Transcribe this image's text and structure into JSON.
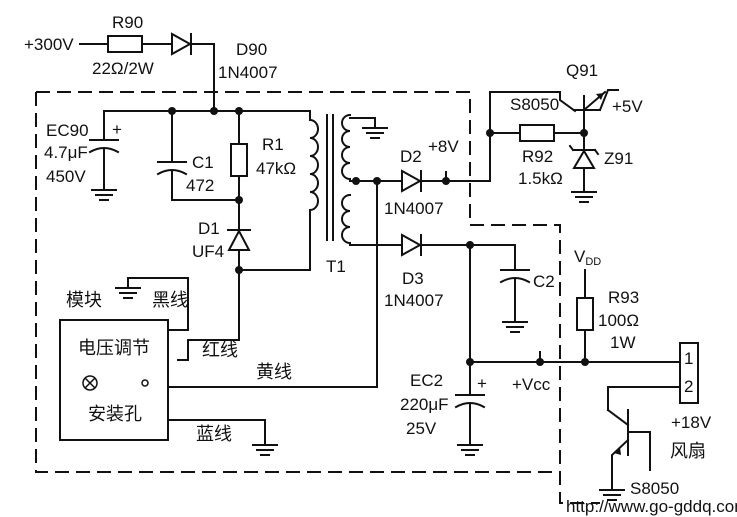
{
  "labels": {
    "v300": "+300V",
    "r90": "R90",
    "r90_val": "22Ω/2W",
    "d90": "D90",
    "d90_part": "1N4007",
    "q91": "Q91",
    "q91_part": "S8050",
    "v5": "+5V",
    "ec90": "EC90",
    "ec90_cap": "4.7μF",
    "ec90_volt": "450V",
    "c1": "C1",
    "c1_val": "472",
    "r1": "R1",
    "r1_val": "47kΩ",
    "v8": "+8V",
    "d2": "D2",
    "d2_part": "1N4007",
    "r92": "R92",
    "r92_val": "1.5kΩ",
    "z91": "Z91",
    "d1": "D1",
    "d1_part": "UF4",
    "t1": "T1",
    "c2": "C2",
    "vdd": "V",
    "vdd_sub": "DD",
    "d3": "D3",
    "d3_part": "1N4007",
    "r93": "R93",
    "r93_val": "100Ω",
    "r93_pow": "1W",
    "module": "模块",
    "black_wire": "黑线",
    "module_line1": "电压调节",
    "module_line3": "安装孔",
    "red_wire": "红线",
    "yellow_wire": "黄线",
    "blue_wire": "蓝线",
    "ec2": "EC2",
    "ec2_cap": "220μF",
    "ec2_volt": "25V",
    "vcc": "+Vcc",
    "pin1": "1",
    "pin2": "2",
    "v18": "+18V",
    "fan": "风扇",
    "bottom_part": "S8050",
    "url": "http://www.go-gddq.com"
  }
}
